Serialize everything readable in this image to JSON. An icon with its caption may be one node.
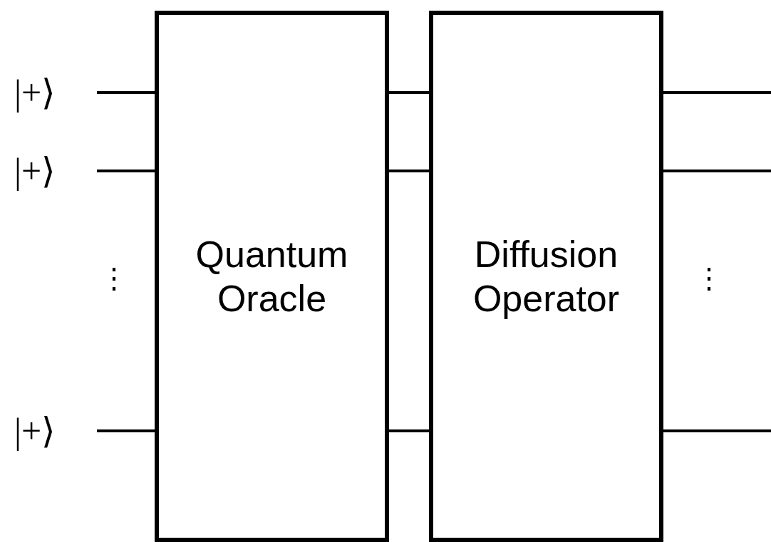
{
  "diagram": {
    "nodes": [
      {
        "text": [
          "|+⟩"
        ]
      },
      {
        "text": [
          "|+⟩"
        ]
      },
      {
        "text": [
          "|+⟩"
        ]
      },
      {
        "text": [
          "Quantum Oracle"
        ]
      },
      {
        "text": [
          "Diffusion Operator"
        ]
      }
    ],
    "edges": [
      {
        "from": 0,
        "to": 3,
        "arrow": "none"
      },
      {
        "from": 1,
        "to": 3,
        "arrow": "none"
      },
      {
        "from": 2,
        "to": 3,
        "arrow": "none"
      },
      {
        "from": 3,
        "to": 4,
        "arrow": "none"
      },
      {
        "from": 3,
        "to": 4,
        "arrow": "none"
      },
      {
        "from": 3,
        "to": 4,
        "arrow": "none"
      },
      {
        "from": 4,
        "to": null,
        "arrow": "none"
      },
      {
        "from": 4,
        "to": null,
        "arrow": "none"
      },
      {
        "from": 4,
        "to": null,
        "arrow": "none"
      }
    ],
    "labels": [
      "⋮",
      "⋮"
    ]
  }
}
